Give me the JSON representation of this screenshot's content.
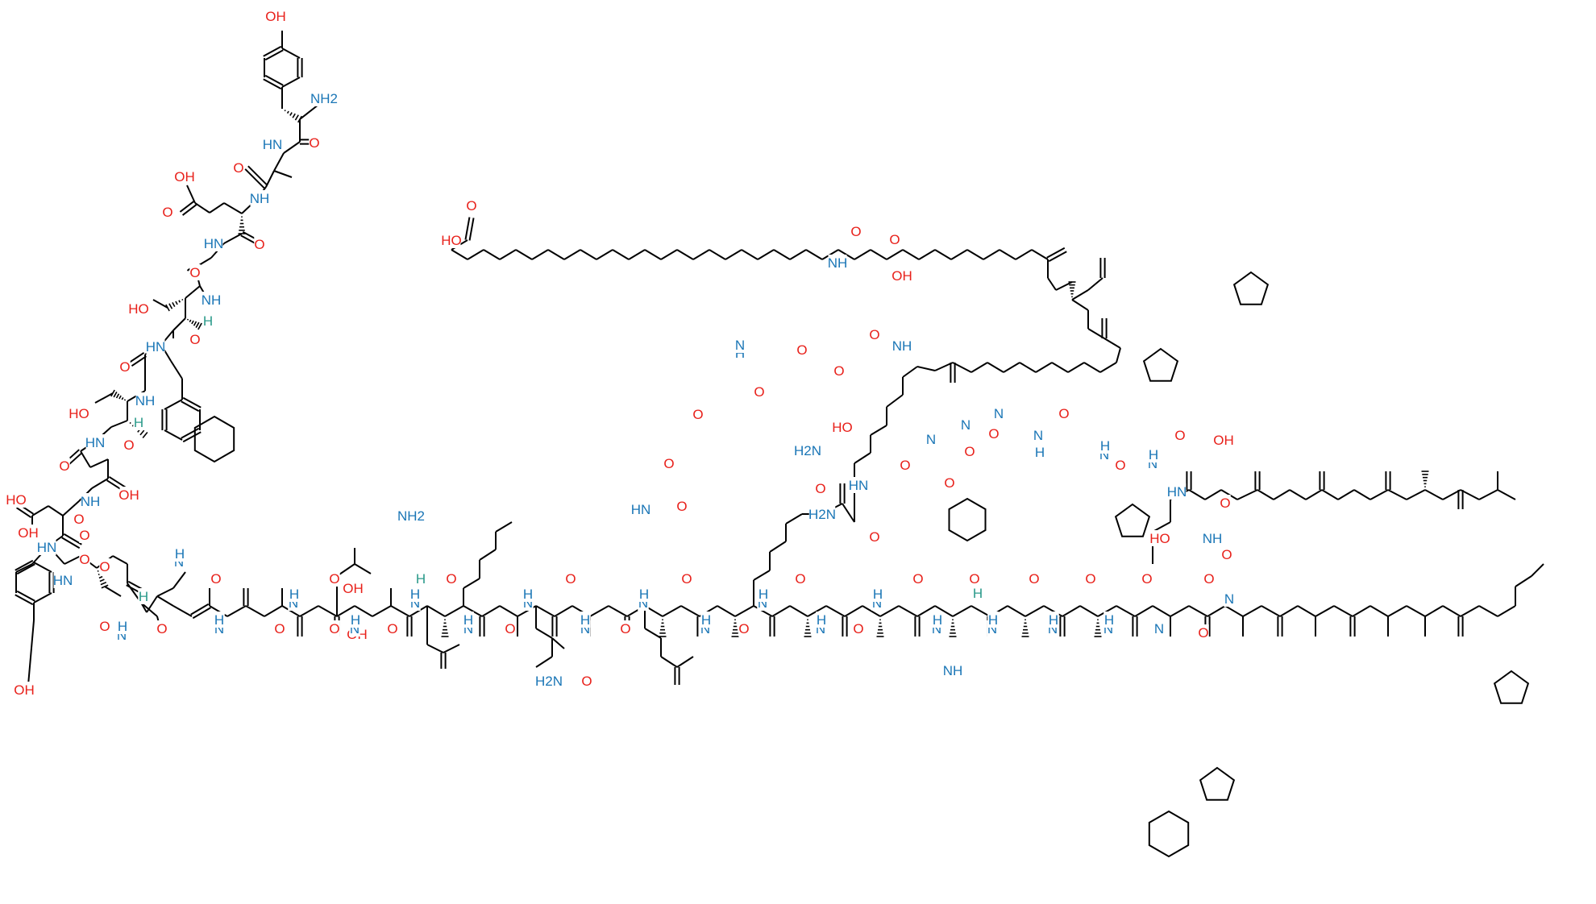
{
  "colors": {
    "bond": "#000000",
    "nitrogen": "#1a76b6",
    "oxygen": "#e8201a",
    "stereo_h": "#2a9a8a",
    "background": "#ffffff"
  },
  "labels": [
    {
      "t": "OH",
      "c": "O"
    },
    {
      "t": "NH2",
      "c": "N"
    },
    {
      "t": "HN",
      "c": "N"
    },
    {
      "t": "O",
      "c": "O"
    },
    {
      "t": "O",
      "c": "O"
    },
    {
      "t": "OH",
      "c": "O"
    },
    {
      "t": "O",
      "c": "O"
    },
    {
      "t": "NH",
      "c": "N"
    },
    {
      "t": "HN",
      "c": "N"
    },
    {
      "t": "O",
      "c": "O"
    },
    {
      "t": "O",
      "c": "O"
    },
    {
      "t": "HO",
      "c": "O"
    },
    {
      "t": "NH",
      "c": "N"
    },
    {
      "t": "H",
      "c": "H"
    },
    {
      "t": "HN",
      "c": "N"
    },
    {
      "t": "O",
      "c": "O"
    },
    {
      "t": "O",
      "c": "O"
    },
    {
      "t": "HO",
      "c": "O"
    },
    {
      "t": "NH",
      "c": "N"
    },
    {
      "t": "H",
      "c": "H"
    },
    {
      "t": "HN",
      "c": "N"
    },
    {
      "t": "O",
      "c": "O"
    },
    {
      "t": "O",
      "c": "O"
    },
    {
      "t": "OH",
      "c": "O"
    },
    {
      "t": "O",
      "c": "O"
    },
    {
      "t": "NH",
      "c": "N"
    },
    {
      "t": "HO",
      "c": "O"
    },
    {
      "t": "O",
      "c": "O"
    },
    {
      "t": "OH",
      "c": "O"
    },
    {
      "t": "HN",
      "c": "N"
    },
    {
      "t": "O",
      "c": "O"
    },
    {
      "t": "HN",
      "c": "N"
    },
    {
      "t": "O",
      "c": "O"
    },
    {
      "t": "OH",
      "c": "O"
    },
    {
      "t": "OH",
      "c": "O"
    },
    {
      "t": "N",
      "c": "N"
    },
    {
      "t": "H",
      "c": "N"
    },
    {
      "t": "H",
      "c": "H"
    },
    {
      "t": "O",
      "c": "O"
    },
    {
      "t": "N",
      "c": "N"
    },
    {
      "t": "H",
      "c": "N"
    },
    {
      "t": "O",
      "c": "O"
    },
    {
      "t": "O",
      "c": "O"
    },
    {
      "t": "N",
      "c": "N"
    },
    {
      "t": "H",
      "c": "N"
    },
    {
      "t": "O",
      "c": "O"
    },
    {
      "t": "N",
      "c": "N"
    },
    {
      "t": "H",
      "c": "N"
    },
    {
      "t": "O",
      "c": "O"
    },
    {
      "t": "OH",
      "c": "O"
    },
    {
      "t": "O",
      "c": "O"
    },
    {
      "t": "NH2",
      "c": "N"
    },
    {
      "t": "N",
      "c": "N"
    },
    {
      "t": "H",
      "c": "N"
    },
    {
      "t": "O",
      "c": "O"
    },
    {
      "t": "N",
      "c": "N"
    },
    {
      "t": "H",
      "c": "N"
    },
    {
      "t": "H",
      "c": "H"
    },
    {
      "t": "O",
      "c": "O"
    },
    {
      "t": "N",
      "c": "N"
    },
    {
      "t": "H",
      "c": "N"
    },
    {
      "t": "O",
      "c": "O"
    },
    {
      "t": "N",
      "c": "N"
    },
    {
      "t": "H",
      "c": "N"
    },
    {
      "t": "O",
      "c": "O"
    },
    {
      "t": "H2N",
      "c": "N"
    },
    {
      "t": "O",
      "c": "O"
    },
    {
      "t": "N",
      "c": "N"
    },
    {
      "t": "H",
      "c": "N"
    },
    {
      "t": "O",
      "c": "O"
    },
    {
      "t": "HN",
      "c": "N"
    },
    {
      "t": "O",
      "c": "O"
    },
    {
      "t": "N",
      "c": "N"
    },
    {
      "t": "H",
      "c": "N"
    },
    {
      "t": "O",
      "c": "O"
    },
    {
      "t": "N",
      "c": "N"
    },
    {
      "t": "H",
      "c": "N"
    },
    {
      "t": "O",
      "c": "O"
    },
    {
      "t": "N",
      "c": "N"
    },
    {
      "t": "H",
      "c": "N"
    },
    {
      "t": "O",
      "c": "O"
    },
    {
      "t": "H2N",
      "c": "N"
    },
    {
      "t": "O",
      "c": "O"
    },
    {
      "t": "N",
      "c": "N"
    },
    {
      "t": "H",
      "c": "N"
    },
    {
      "t": "O",
      "c": "O"
    },
    {
      "t": "N",
      "c": "N"
    },
    {
      "t": "H",
      "c": "N"
    },
    {
      "t": "NH",
      "c": "N"
    },
    {
      "t": "O",
      "c": "O"
    },
    {
      "t": "N",
      "c": "N"
    },
    {
      "t": "H",
      "c": "N"
    },
    {
      "t": "H",
      "c": "H"
    },
    {
      "t": "O",
      "c": "O"
    },
    {
      "t": "N",
      "c": "N"
    },
    {
      "t": "H",
      "c": "N"
    },
    {
      "t": "O",
      "c": "O"
    },
    {
      "t": "N",
      "c": "N"
    },
    {
      "t": "H",
      "c": "N"
    },
    {
      "t": "O",
      "c": "O"
    },
    {
      "t": "N",
      "c": "N"
    },
    {
      "t": "H",
      "c": "N"
    },
    {
      "t": "O",
      "c": "O"
    },
    {
      "t": "N",
      "c": "N"
    },
    {
      "t": "O",
      "c": "O"
    },
    {
      "t": "HO",
      "c": "O"
    },
    {
      "t": "O",
      "c": "O"
    },
    {
      "t": "O",
      "c": "O"
    },
    {
      "t": "NH",
      "c": "N"
    },
    {
      "t": "O",
      "c": "O"
    },
    {
      "t": "OH",
      "c": "O"
    },
    {
      "t": "O",
      "c": "O"
    },
    {
      "t": "NH",
      "c": "N"
    },
    {
      "t": "H",
      "c": "N"
    },
    {
      "t": "N",
      "c": "N"
    },
    {
      "t": "O",
      "c": "O"
    },
    {
      "t": "O",
      "c": "O"
    },
    {
      "t": "O",
      "c": "O"
    },
    {
      "t": "O",
      "c": "O"
    },
    {
      "t": "O",
      "c": "O"
    },
    {
      "t": "HN",
      "c": "N"
    },
    {
      "t": "O",
      "c": "O"
    },
    {
      "t": "HO",
      "c": "O"
    },
    {
      "t": "H2N",
      "c": "N"
    },
    {
      "t": "O",
      "c": "O"
    },
    {
      "t": "HN",
      "c": "N"
    },
    {
      "t": "O",
      "c": "O"
    },
    {
      "t": "N",
      "c": "N"
    },
    {
      "t": "O",
      "c": "O"
    },
    {
      "t": "N",
      "c": "N"
    },
    {
      "t": "O",
      "c": "O"
    },
    {
      "t": "N",
      "c": "N"
    },
    {
      "t": "O",
      "c": "O"
    },
    {
      "t": "N",
      "c": "N"
    },
    {
      "t": "H",
      "c": "N"
    },
    {
      "t": "O",
      "c": "O"
    },
    {
      "t": "N",
      "c": "N"
    },
    {
      "t": "H",
      "c": "N"
    },
    {
      "t": "O",
      "c": "O"
    },
    {
      "t": "N",
      "c": "N"
    },
    {
      "t": "H",
      "c": "N"
    },
    {
      "t": "O",
      "c": "O"
    },
    {
      "t": "OH",
      "c": "O"
    },
    {
      "t": "HN",
      "c": "N"
    },
    {
      "t": "O",
      "c": "O"
    },
    {
      "t": "HO",
      "c": "O"
    },
    {
      "t": "NH",
      "c": "N"
    },
    {
      "t": "O",
      "c": "O"
    },
    {
      "t": "N",
      "c": "N"
    },
    {
      "t": "O",
      "c": "O"
    }
  ]
}
